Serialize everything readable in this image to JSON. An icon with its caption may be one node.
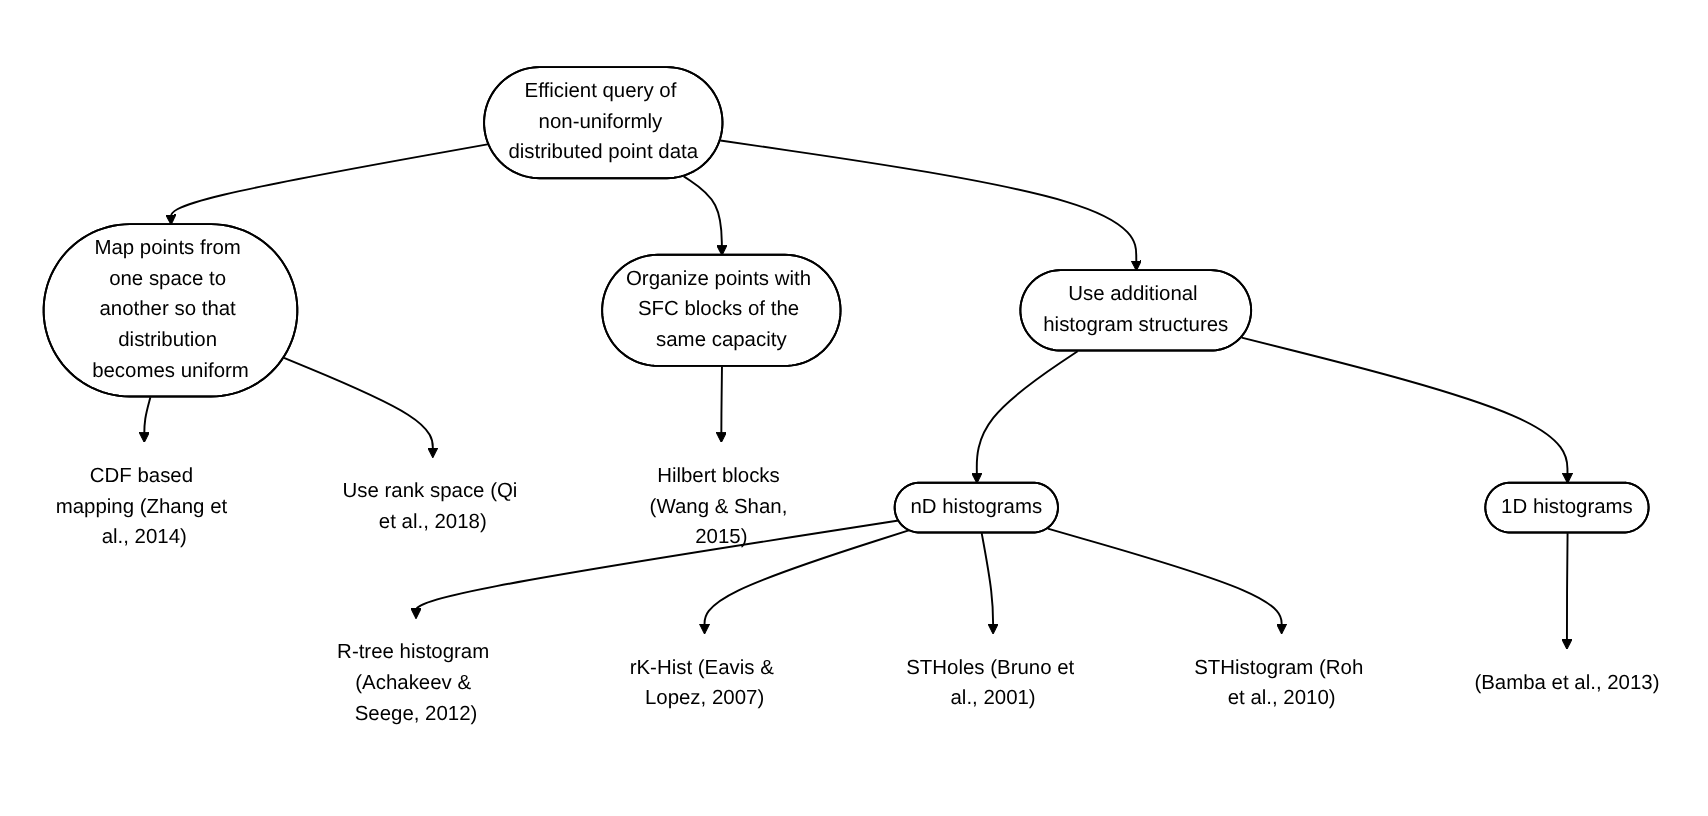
{
  "diagram": {
    "nodes": [
      {
        "text": [
          "Efficient query of non-uniformly distributed point data"
        ]
      },
      {
        "text": [
          "Map points from one space to another so that distribution becomes uniform"
        ]
      },
      {
        "text": [
          "CDF based mapping (Zhang et al., 2014)"
        ]
      },
      {
        "text": [
          "Use rank space (Qi et al., 2018)"
        ]
      },
      {
        "text": [
          "Organize points with SFC blocks of the same capacity"
        ]
      },
      {
        "text": [
          "Hilbert blocks (Wang & Shan, 2015)"
        ]
      },
      {
        "text": [
          "Use additional histogram structures"
        ]
      },
      {
        "text": [
          "nD histograms"
        ]
      },
      {
        "text": [
          "R-tree histogram (Achakeev & Seege, 2012)"
        ]
      },
      {
        "text": [
          "rK-Hist (Eavis & Lopez, 2007)"
        ]
      },
      {
        "text": [
          "STHoles (Bruno et al., 2001)"
        ]
      },
      {
        "text": [
          "STHistogram (Roh et al., 2010)"
        ]
      },
      {
        "text": [
          "1D histograms"
        ]
      },
      {
        "text": [
          "(Bamba et al., 2013)"
        ]
      }
    ],
    "edges": [
      {
        "from": 0,
        "to": 1,
        "arrow": "to"
      },
      {
        "from": 1,
        "to": 2,
        "arrow": "to"
      },
      {
        "from": 1,
        "to": 3,
        "arrow": "to"
      },
      {
        "from": 0,
        "to": 4,
        "arrow": "to"
      },
      {
        "from": 4,
        "to": 5,
        "arrow": "to"
      },
      {
        "from": 0,
        "to": 6,
        "arrow": "to"
      },
      {
        "from": 6,
        "to": 7,
        "arrow": "to"
      },
      {
        "from": 7,
        "to": 8,
        "arrow": "to"
      },
      {
        "from": 7,
        "to": 9,
        "arrow": "to"
      },
      {
        "from": 7,
        "to": 10,
        "arrow": "to"
      },
      {
        "from": 7,
        "to": 11,
        "arrow": "to"
      },
      {
        "from": 6,
        "to": 12,
        "arrow": "to"
      },
      {
        "from": 12,
        "to": 13,
        "arrow": "to"
      }
    ]
  }
}
